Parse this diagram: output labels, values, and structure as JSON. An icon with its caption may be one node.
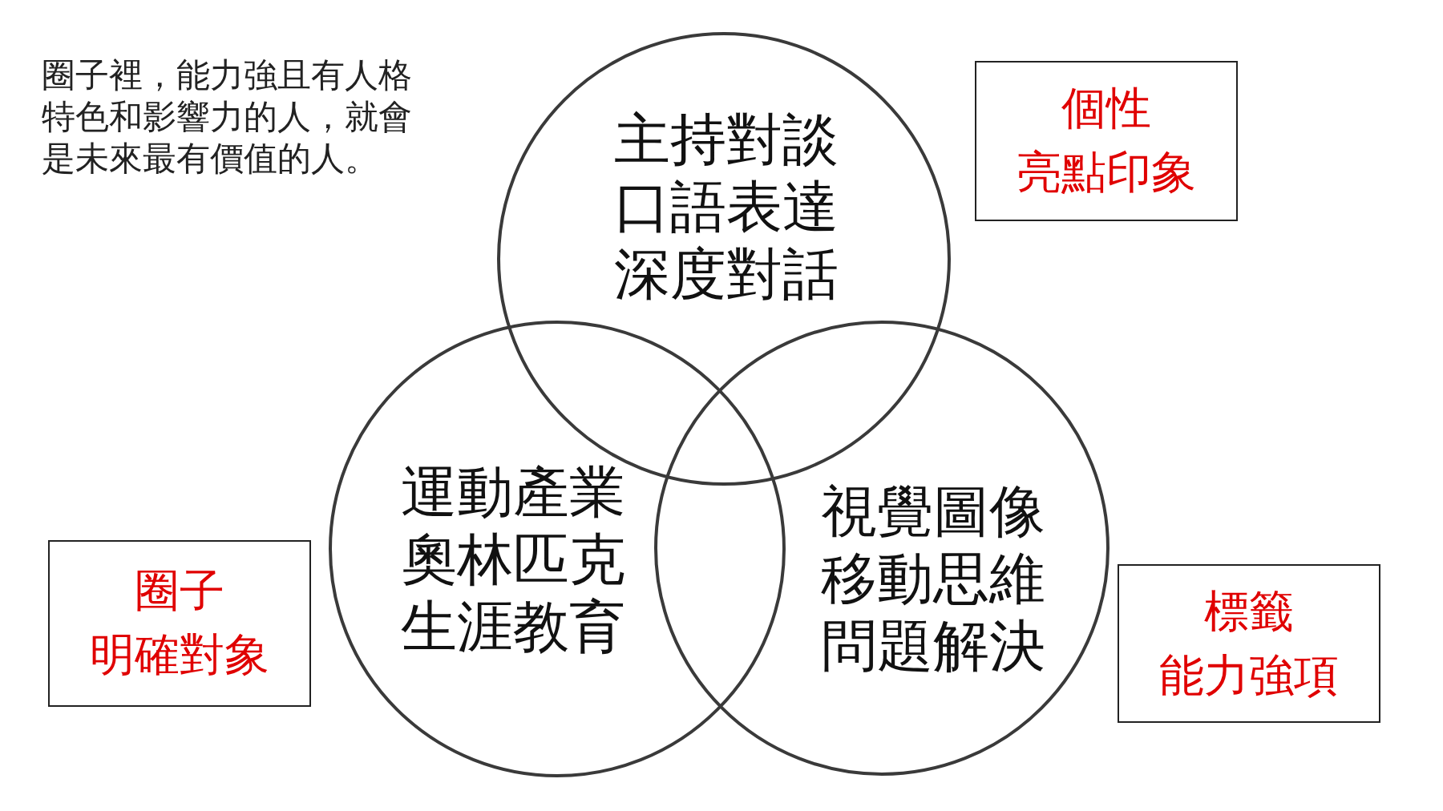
{
  "diagram": {
    "nodes": [
      {
        "text": [
          "主持對談",
          "口語表達",
          "深度對話"
        ]
      },
      {
        "text": [
          "運動產業",
          "奧林匹克",
          "生涯教育"
        ]
      },
      {
        "text": [
          "視覺圖像",
          "移動思維",
          "問題解決"
        ]
      },
      {
        "text": [
          "個性",
          "亮點印象"
        ]
      },
      {
        "text": [
          "圈子",
          "明確對象"
        ]
      },
      {
        "text": [
          "標籤",
          "能力強項"
        ]
      }
    ],
    "edges": [],
    "labels": [
      "圈子裡，能力強且有人格特色和影響力的人，就會是未來最有價值的人。"
    ]
  }
}
